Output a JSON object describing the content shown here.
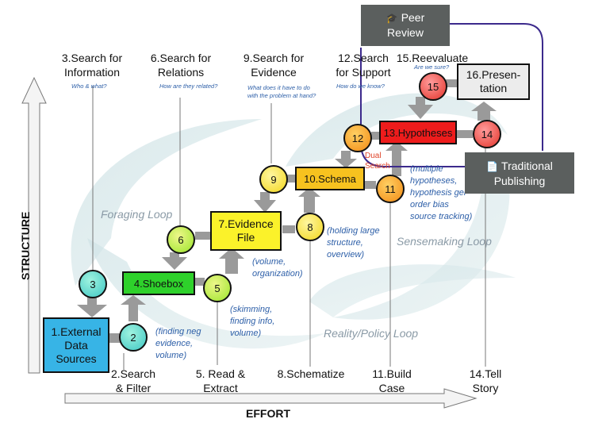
{
  "axes": {
    "y_label": "STRUCTURE",
    "x_label": "EFFORT"
  },
  "steps_top": [
    {
      "line1": "3.Search for",
      "line2": "Information",
      "note": "Who & what?"
    },
    {
      "line1": "6.Search for",
      "line2": "Relations",
      "note": "How are they related?"
    },
    {
      "line1": "9.Search for",
      "line2": "Evidence",
      "note1": "What does it have to do",
      "note2": "with the problem at hand?"
    },
    {
      "line1": "12.Search",
      "line2": "for Support",
      "note": "How do we know?"
    },
    {
      "line1": "15.Reevaluate",
      "note": "Are we sure?"
    }
  ],
  "steps_bottom": [
    {
      "line1": "2.Search",
      "line2": "& Filter"
    },
    {
      "line1": "5. Read &",
      "line2": "Extract"
    },
    {
      "line1": "8.Schematize"
    },
    {
      "line1": "11.Build",
      "line2": "Case"
    },
    {
      "line1": "14.Tell",
      "line2": "Story"
    }
  ],
  "boxes": {
    "external": {
      "line1": "1.External",
      "line2": "Data",
      "line3": "Sources"
    },
    "shoebox": "4.Shoebox",
    "evidence": {
      "line1": "7.Evidence",
      "line2": "File"
    },
    "schema": "10.Schema",
    "hypotheses": "13.Hypotheses",
    "presentation": {
      "line1": "16.Presen-",
      "line2": "tation"
    }
  },
  "circles": [
    "2",
    "3",
    "5",
    "6",
    "8",
    "9",
    "11",
    "12",
    "14",
    "15"
  ],
  "notes": {
    "n2": [
      "(finding neg",
      "evidence,",
      "volume)"
    ],
    "n5": [
      "(skimming,",
      "finding info,",
      "volume)"
    ],
    "n7": [
      "(volume,",
      "organization)"
    ],
    "n8": [
      "(holding large",
      "structure,",
      "overview)"
    ],
    "n11": [
      "(multiple",
      "hypotheses,",
      "hypothesis ger",
      "order bias",
      "source tracking)"
    ],
    "dual": [
      "Dual",
      "Search"
    ]
  },
  "loops": {
    "foraging": "Foraging Loop",
    "sensemaking": "Sensemaking Loop",
    "reality": "Reality/Policy Loop"
  },
  "overlays": {
    "peer_review": {
      "line1": "Peer",
      "line2": "Review",
      "icon": "scholar-icon"
    },
    "traditional": {
      "line1": "Traditional",
      "line2": "Publishing",
      "icon": "document-icon"
    }
  },
  "colors": {
    "external": "#37b4e6",
    "shoebox": "#2ed12b",
    "evidence": "#fbf22a",
    "schema": "#f7c21f",
    "hypotheses": "#ee1c1c",
    "presentation": "#ececec",
    "overlay_bg": "#5b5f5e",
    "outline": "#3c2a8c",
    "note_blue": "#2d5fa8"
  }
}
